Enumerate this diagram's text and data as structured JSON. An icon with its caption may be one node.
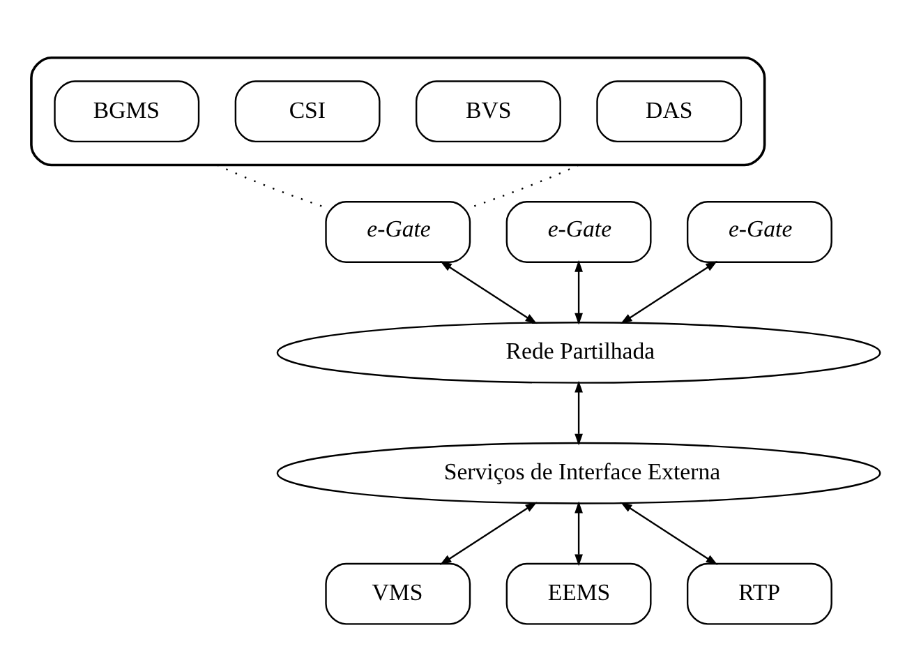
{
  "diagram": {
    "nodes": [
      {
        "text": [],
        "shape": "ellipse"
      },
      {
        "text": [
          "DAS"
        ],
        "in": 0
      },
      {
        "text": [
          "BVS"
        ],
        "in": 0
      },
      {
        "text": [
          "CSI"
        ],
        "in": 0
      },
      {
        "text": [
          "BGMS"
        ],
        "in": 0
      },
      {
        "text": [
          "e-Gate"
        ]
      },
      {
        "text": [
          "e-Gate"
        ]
      },
      {
        "text": [
          "e-Gate"
        ]
      },
      {
        "text": [
          "Rede Partilhada"
        ]
      },
      {
        "text": [
          "Serviços de Interface Externa"
        ]
      },
      {
        "text": [
          "VMS"
        ]
      },
      {
        "text": [
          "EEMS"
        ]
      },
      {
        "text": [
          "RTP"
        ]
      }
    ],
    "edges": [
      {
        "from": 0,
        "to": 6,
        "arrow": "none",
        "style": "dashed"
      },
      {
        "from": 0,
        "to": 6,
        "arrow": "none",
        "style": "dashed"
      },
      {
        "from": 8,
        "to": 5,
        "arrow": "both"
      },
      {
        "from": 8,
        "to": 6,
        "arrow": "both"
      },
      {
        "from": 8,
        "to": 7,
        "arrow": "both"
      },
      {
        "from": 8,
        "to": 9,
        "arrow": "both"
      },
      {
        "from": 9,
        "to": 10,
        "arrow": "both"
      },
      {
        "from": 9,
        "to": 11,
        "arrow": "both"
      },
      {
        "from": 9,
        "to": 12,
        "arrow": "both"
      }
    ]
  }
}
